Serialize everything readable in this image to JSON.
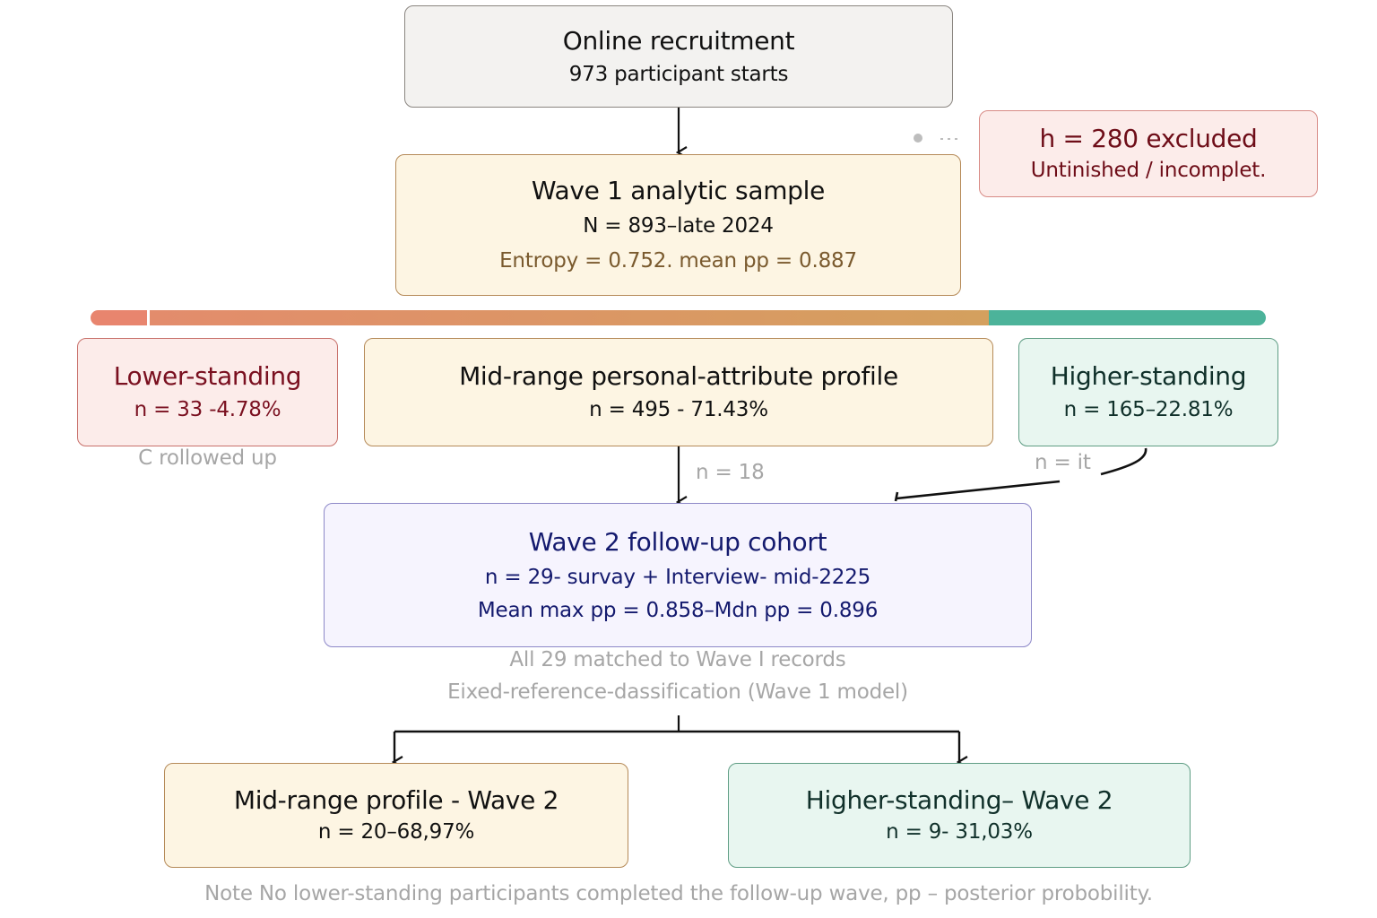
{
  "colors": {
    "neutral_fill": "#f3f2f0",
    "neutral_border": "#8a8580",
    "mid_fill": "#fdf5e3",
    "mid_border": "#b58a58",
    "mid_text_accent": "#7a5a2e",
    "lower_fill": "#fcecea",
    "lower_border": "#c8706a",
    "lower_text": "#7a1020",
    "higher_fill": "#e8f6f0",
    "higher_border": "#5f9d84",
    "higher_text": "#10302a",
    "wave2_fill": "#f6f4fe",
    "wave2_border": "#8d88c8",
    "wave2_text": "#141a6e",
    "muted_text": "#a6a6a6",
    "bar_lower": "#e8856e",
    "bar_mid_start": "#e38c6c",
    "bar_mid_end": "#d4a05e",
    "bar_higher": "#4cb39a"
  },
  "recruitment": {
    "title": "Online recruitment",
    "subtitle": "973 participant starts"
  },
  "excluded": {
    "title": "h = 280 excluded",
    "subtitle": "Untinished / incomplet."
  },
  "wave1": {
    "title": "Wave 1 analytic sample",
    "subtitle": "N = 893–late 2024",
    "stats": "Entropy = 0.752. mean pp = 0.887"
  },
  "profile_bar": {
    "segments": [
      {
        "name": "lower",
        "share": 4.78
      },
      {
        "name": "mid",
        "share": 71.43
      },
      {
        "name": "higher",
        "share": 22.81
      }
    ]
  },
  "profiles": {
    "lower": {
      "title": "Lower-standing",
      "count": "n = 33 -4.78%",
      "note": "C rollowed up"
    },
    "mid": {
      "title": "Mid-range personal-attribute profile",
      "count": "n = 495 - 71.43%",
      "flow_label": "n = 18"
    },
    "higher": {
      "title": "Higher-standing",
      "count": "n = 165–22.81%",
      "flow_label": "n = it"
    }
  },
  "wave2": {
    "title": "Wave 2 follow-up cohort",
    "subtitle": "n = 29- survay + Interview- mid-2225",
    "stats": "Mean max pp = 0.858–Mdn pp = 0.896",
    "note_line1": "All 29 matched to Wave I records",
    "note_line2": "Eixed-reference-dassification (Wave 1 model)"
  },
  "wave2_outcomes": {
    "mid": {
      "title": "Mid-range profile - Wave 2",
      "count": "n = 20–68,97%"
    },
    "higher": {
      "title": "Higher-standing– Wave 2",
      "count": "n = 9- 31,03%"
    }
  },
  "footnote": "Note No lower-standing participants completed the follow-up wave, pp – posterior probobility."
}
